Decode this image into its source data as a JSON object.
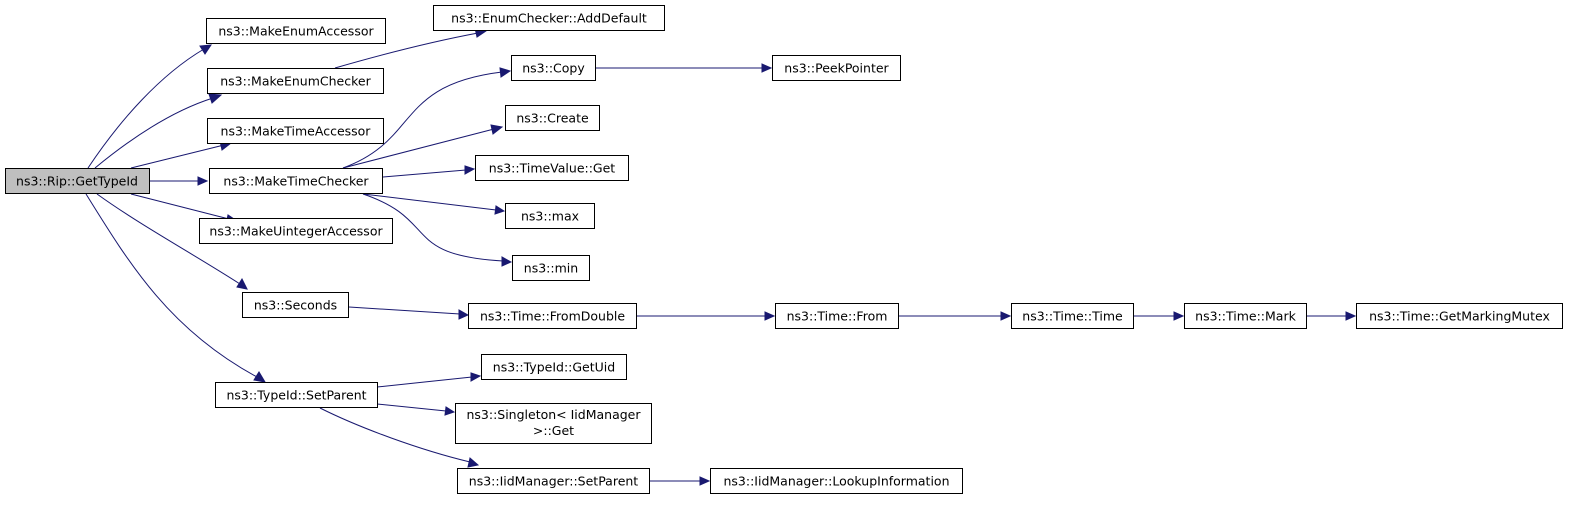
{
  "graph": {
    "nodes": {
      "rip_get_type_id": "ns3::Rip::GetTypeId",
      "make_enum_accessor": "ns3::MakeEnumAccessor",
      "make_enum_checker": "ns3::MakeEnumChecker",
      "make_time_accessor": "ns3::MakeTimeAccessor",
      "make_time_checker": "ns3::MakeTimeChecker",
      "make_uinteger_accessor": "ns3::MakeUintegerAccessor",
      "seconds": "ns3::Seconds",
      "typeid_set_parent": "ns3::TypeId::SetParent",
      "enum_checker_add_default": "ns3::EnumChecker::AddDefault",
      "copy": "ns3::Copy",
      "create": "ns3::Create",
      "time_value_get": "ns3::TimeValue::Get",
      "max": "ns3::max",
      "min": "ns3::min",
      "time_from_double": "ns3::Time::FromDouble",
      "typeid_get_uid": "ns3::TypeId::GetUid",
      "singleton_get_line1": "ns3::Singleton< IidManager",
      "singleton_get_line2": " >::Get",
      "iid_manager_set_parent": "ns3::IidManager::SetParent",
      "peek_pointer": "ns3::PeekPointer",
      "time_from": "ns3::Time::From",
      "time_time": "ns3::Time::Time",
      "time_mark": "ns3::Time::Mark",
      "time_get_marking_mutex": "ns3::Time::GetMarkingMutex",
      "iid_manager_lookup_information": "ns3::IidManager::LookupInformation"
    },
    "edges": [
      [
        "rip_get_type_id",
        "make_enum_accessor"
      ],
      [
        "rip_get_type_id",
        "make_enum_checker"
      ],
      [
        "rip_get_type_id",
        "make_time_accessor"
      ],
      [
        "rip_get_type_id",
        "make_time_checker"
      ],
      [
        "rip_get_type_id",
        "make_uinteger_accessor"
      ],
      [
        "rip_get_type_id",
        "seconds"
      ],
      [
        "rip_get_type_id",
        "typeid_set_parent"
      ],
      [
        "make_enum_checker",
        "enum_checker_add_default"
      ],
      [
        "make_time_checker",
        "copy"
      ],
      [
        "make_time_checker",
        "create"
      ],
      [
        "make_time_checker",
        "time_value_get"
      ],
      [
        "make_time_checker",
        "max"
      ],
      [
        "make_time_checker",
        "min"
      ],
      [
        "copy",
        "peek_pointer"
      ],
      [
        "seconds",
        "time_from_double"
      ],
      [
        "time_from_double",
        "time_from"
      ],
      [
        "time_from",
        "time_time"
      ],
      [
        "time_time",
        "time_mark"
      ],
      [
        "time_mark",
        "time_get_marking_mutex"
      ],
      [
        "typeid_set_parent",
        "typeid_get_uid"
      ],
      [
        "typeid_set_parent",
        "singleton_get"
      ],
      [
        "typeid_set_parent",
        "iid_manager_set_parent"
      ],
      [
        "iid_manager_set_parent",
        "iid_manager_lookup_information"
      ]
    ],
    "colors": {
      "edge": "#191970",
      "root_fill": "#bfbfbf",
      "node_fill": "#ffffff",
      "border": "#000000"
    }
  }
}
